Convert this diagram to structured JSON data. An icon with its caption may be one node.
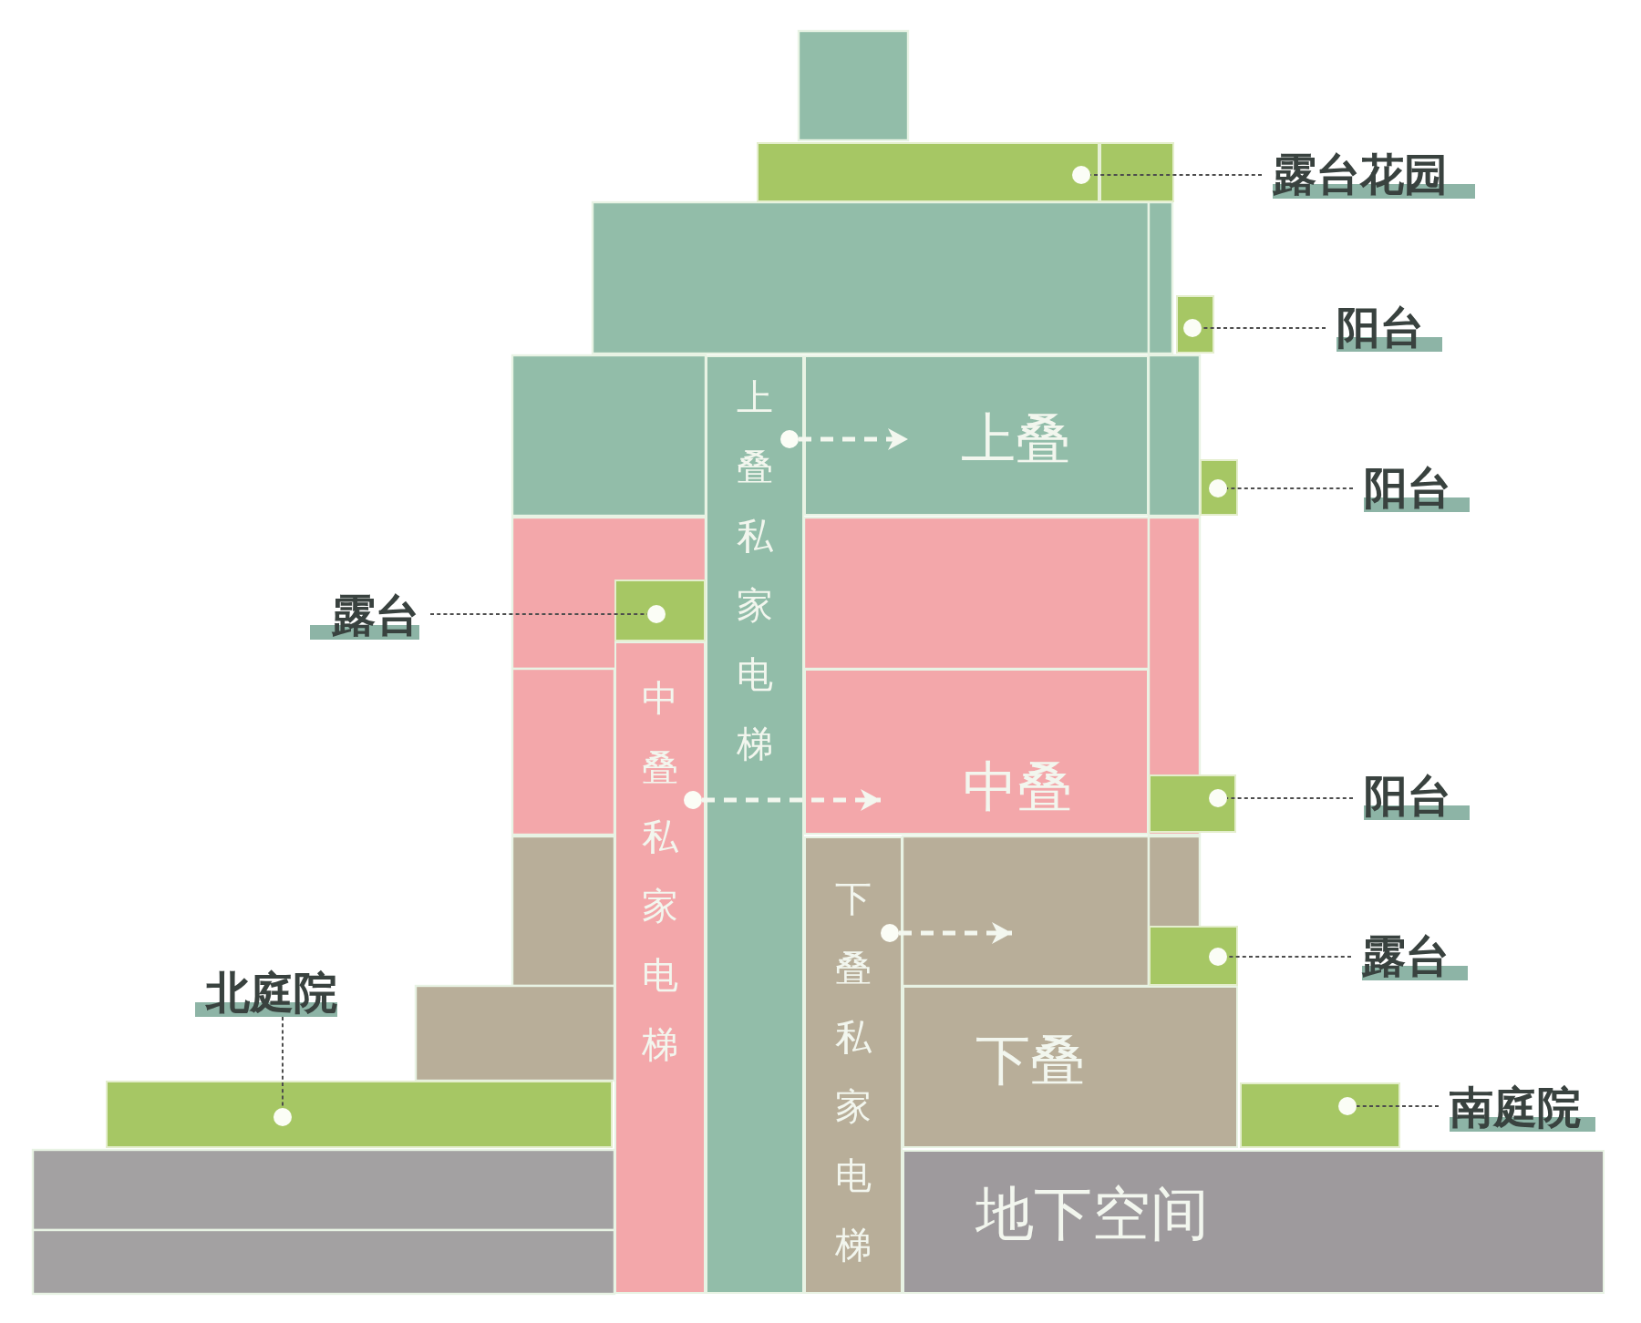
{
  "diagram": {
    "nodes": [
      {
        "text": [],
        "shape": "box"
      },
      {
        "text": [],
        "shape": "circle",
        "in": 0
      },
      {
        "text": [
          "露台花园"
        ]
      },
      {
        "text": [],
        "shape": "box"
      },
      {
        "text": [],
        "shape": "circle",
        "in": 3
      },
      {
        "text": [
          "阳台"
        ]
      },
      {
        "text": [
          "上叠私家电梯"
        ]
      },
      {
        "text": [],
        "shape": "circle",
        "in": 6
      },
      {
        "text": [
          "上叠"
        ]
      },
      {
        "text": [],
        "shape": "box"
      },
      {
        "text": [],
        "shape": "circle",
        "in": 9
      },
      {
        "text": [
          "阳台"
        ]
      },
      {
        "text": [
          "露台"
        ]
      },
      {
        "text": [],
        "shape": "box"
      },
      {
        "text": [],
        "shape": "circle",
        "in": 13
      },
      {
        "text": [
          "中叠私家电梯"
        ]
      },
      {
        "text": [],
        "shape": "circle",
        "in": 15
      },
      {
        "text": [
          "中叠"
        ]
      },
      {
        "text": [],
        "shape": "box"
      },
      {
        "text": [],
        "shape": "circle",
        "in": 18
      },
      {
        "text": [
          "阳台"
        ]
      },
      {
        "text": [
          "下叠私家电梯"
        ]
      },
      {
        "text": [],
        "shape": "circle",
        "in": 21
      },
      {
        "text": [],
        "shape": "box"
      },
      {
        "text": [],
        "shape": "circle",
        "in": 23
      },
      {
        "text": [
          "露台"
        ]
      },
      {
        "text": [
          "北庭院"
        ]
      },
      {
        "text": [
          "下叠"
        ]
      },
      {
        "text": [],
        "shape": "box"
      },
      {
        "text": [],
        "shape": "circle",
        "in": 28
      },
      {
        "text": [],
        "shape": "box"
      },
      {
        "text": [],
        "shape": "circle",
        "in": 30
      },
      {
        "text": [
          "南庭院"
        ]
      },
      {
        "text": [
          "地下空间"
        ]
      }
    ],
    "edges": [
      {
        "from": 2,
        "to": 1,
        "arrow": "none"
      },
      {
        "from": 5,
        "to": 4,
        "arrow": "none"
      },
      {
        "from": 7,
        "to": 8,
        "arrow": "to",
        "style": "dashed",
        "color": "#f3f7ef"
      },
      {
        "from": 11,
        "to": 10,
        "arrow": "none"
      },
      {
        "from": 12,
        "to": 14,
        "arrow": "none"
      },
      {
        "from": 16,
        "to": 17,
        "arrow": "to",
        "style": "dashed",
        "color": "#f3f7ef"
      },
      {
        "from": 20,
        "to": 19,
        "arrow": "none"
      },
      {
        "from": 22,
        "to": 27,
        "arrow": "to",
        "style": "dashed",
        "color": "#f3f7ef"
      },
      {
        "from": 25,
        "to": 24,
        "arrow": "none"
      },
      {
        "from": 26,
        "to": 29,
        "arrow": "none"
      },
      {
        "from": 32,
        "to": 31,
        "arrow": "none"
      }
    ]
  }
}
